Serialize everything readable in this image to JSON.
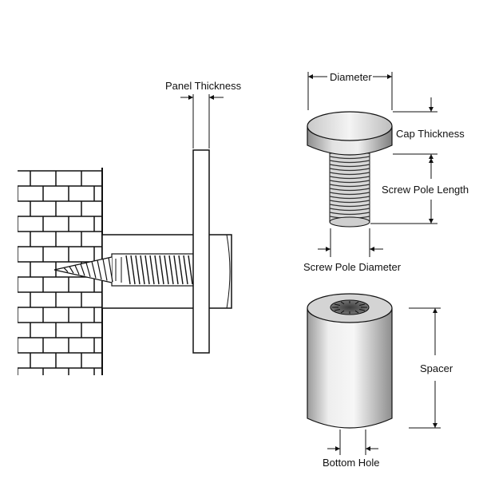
{
  "labels": {
    "panel_thickness": "Panel Thickness",
    "diameter": "Diameter",
    "cap_thickness": "Cap Thickness",
    "screw_pole_length": "Screw Pole Length",
    "screw_pole_diameter": "Screw Pole Diameter",
    "spacer": "Spacer",
    "bottom_hole": "Bottom Hole"
  }
}
